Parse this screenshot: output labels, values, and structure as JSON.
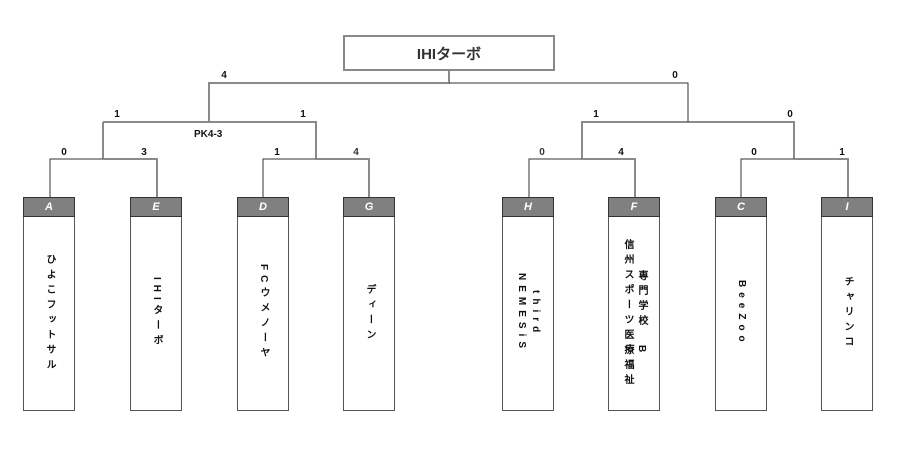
{
  "champion": "IHIターボ",
  "note": "PK4-3",
  "teams": [
    {
      "seed": "A",
      "lines": [
        "ひよこフットサル"
      ]
    },
    {
      "seed": "E",
      "lines": [
        "IHIターボ"
      ]
    },
    {
      "seed": "D",
      "lines": [
        "FCウメノーヤ"
      ]
    },
    {
      "seed": "G",
      "lines": [
        "ディーン"
      ]
    },
    {
      "seed": "H",
      "lines": [
        "NEMESiS",
        "third"
      ]
    },
    {
      "seed": "F",
      "lines": [
        "信州スポーツ医療福祉",
        "専門学校　B"
      ]
    },
    {
      "seed": "C",
      "lines": [
        "BeeZoo"
      ]
    },
    {
      "seed": "I",
      "lines": [
        "チャリンコ"
      ]
    }
  ],
  "scores": {
    "r1": [
      "0",
      "3",
      "1",
      "4",
      "0",
      "4",
      "0",
      "1"
    ],
    "r2": [
      "1",
      "1",
      "1",
      "0"
    ],
    "final": [
      "4",
      "0"
    ]
  },
  "colors": {
    "winner_line": "#8a8a8a",
    "loser_line": "#333333",
    "header": "#808080"
  }
}
